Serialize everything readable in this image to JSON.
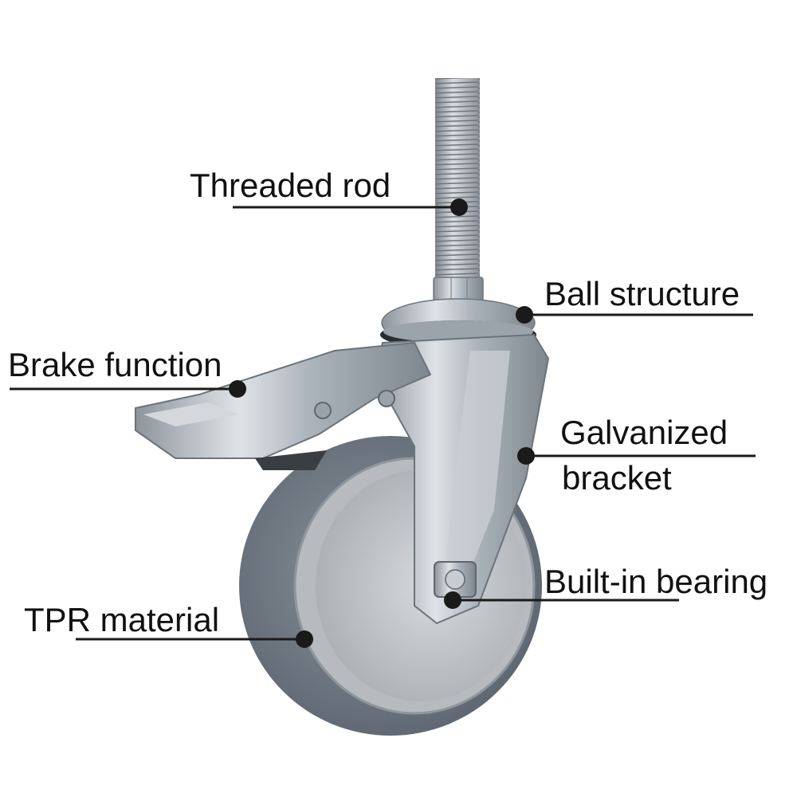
{
  "labels": {
    "threaded_rod": "Threaded rod",
    "ball_structure": "Ball structure",
    "brake_function": "Brake function",
    "galvanized_bracket_line1": "Galvanized",
    "galvanized_bracket_line2": "bracket",
    "built_in_bearing": "Built-in bearing",
    "tpr_material": "TPR material"
  },
  "colors": {
    "tire": "#6f7882",
    "hub": "#c4c8cc",
    "metal": "#b9c0c8",
    "callout": "#1a1a1a"
  }
}
